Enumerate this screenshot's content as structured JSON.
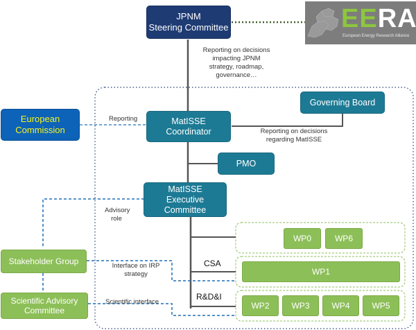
{
  "nodes": {
    "jpnm": "JPNM\nSteering Committee",
    "governing_board": "Governing Board",
    "european_commission": "European\nCommission",
    "coordinator": "MatISSE\nCoordinator",
    "pmo": "PMO",
    "executive_committee": "MatISSE\nExecutive\nCommittee",
    "stakeholder_group": "Stakeholder Group",
    "scientific_advisory": "Scientific Advisory\nCommittee"
  },
  "work_packages": [
    "WP0",
    "WP6",
    "WP1",
    "WP2",
    "WP3",
    "WP4",
    "WP5"
  ],
  "labels": {
    "reporting_jpnm": "Reporting on decisions\nimpacting JPNM\nstrategy, roadmap,\ngovernance…",
    "reporting": "Reporting",
    "reporting_matisse": "Reporting on decisions\nregarding MatISSE",
    "advisory_role": "Advisory\nrole",
    "interface_irp": "Interface on IRP\nstrategy",
    "scientific_interface": "Scientific interface",
    "csa": "CSA",
    "rdi": "R&D&I"
  },
  "logo": {
    "wordmark_green": "EE",
    "wordmark_white": "RA",
    "subtitle": "European Energy Research Alliance"
  },
  "colors": {
    "navy": "#1f3b73",
    "teal": "#1d7a94",
    "commission_blue": "#0d63b8",
    "commission_text": "#f7f31c",
    "green": "#8dbf58",
    "dashed_blue": "#1f6fb8",
    "line_gray": "#555555",
    "dotted_green": "#3f5f2a"
  }
}
